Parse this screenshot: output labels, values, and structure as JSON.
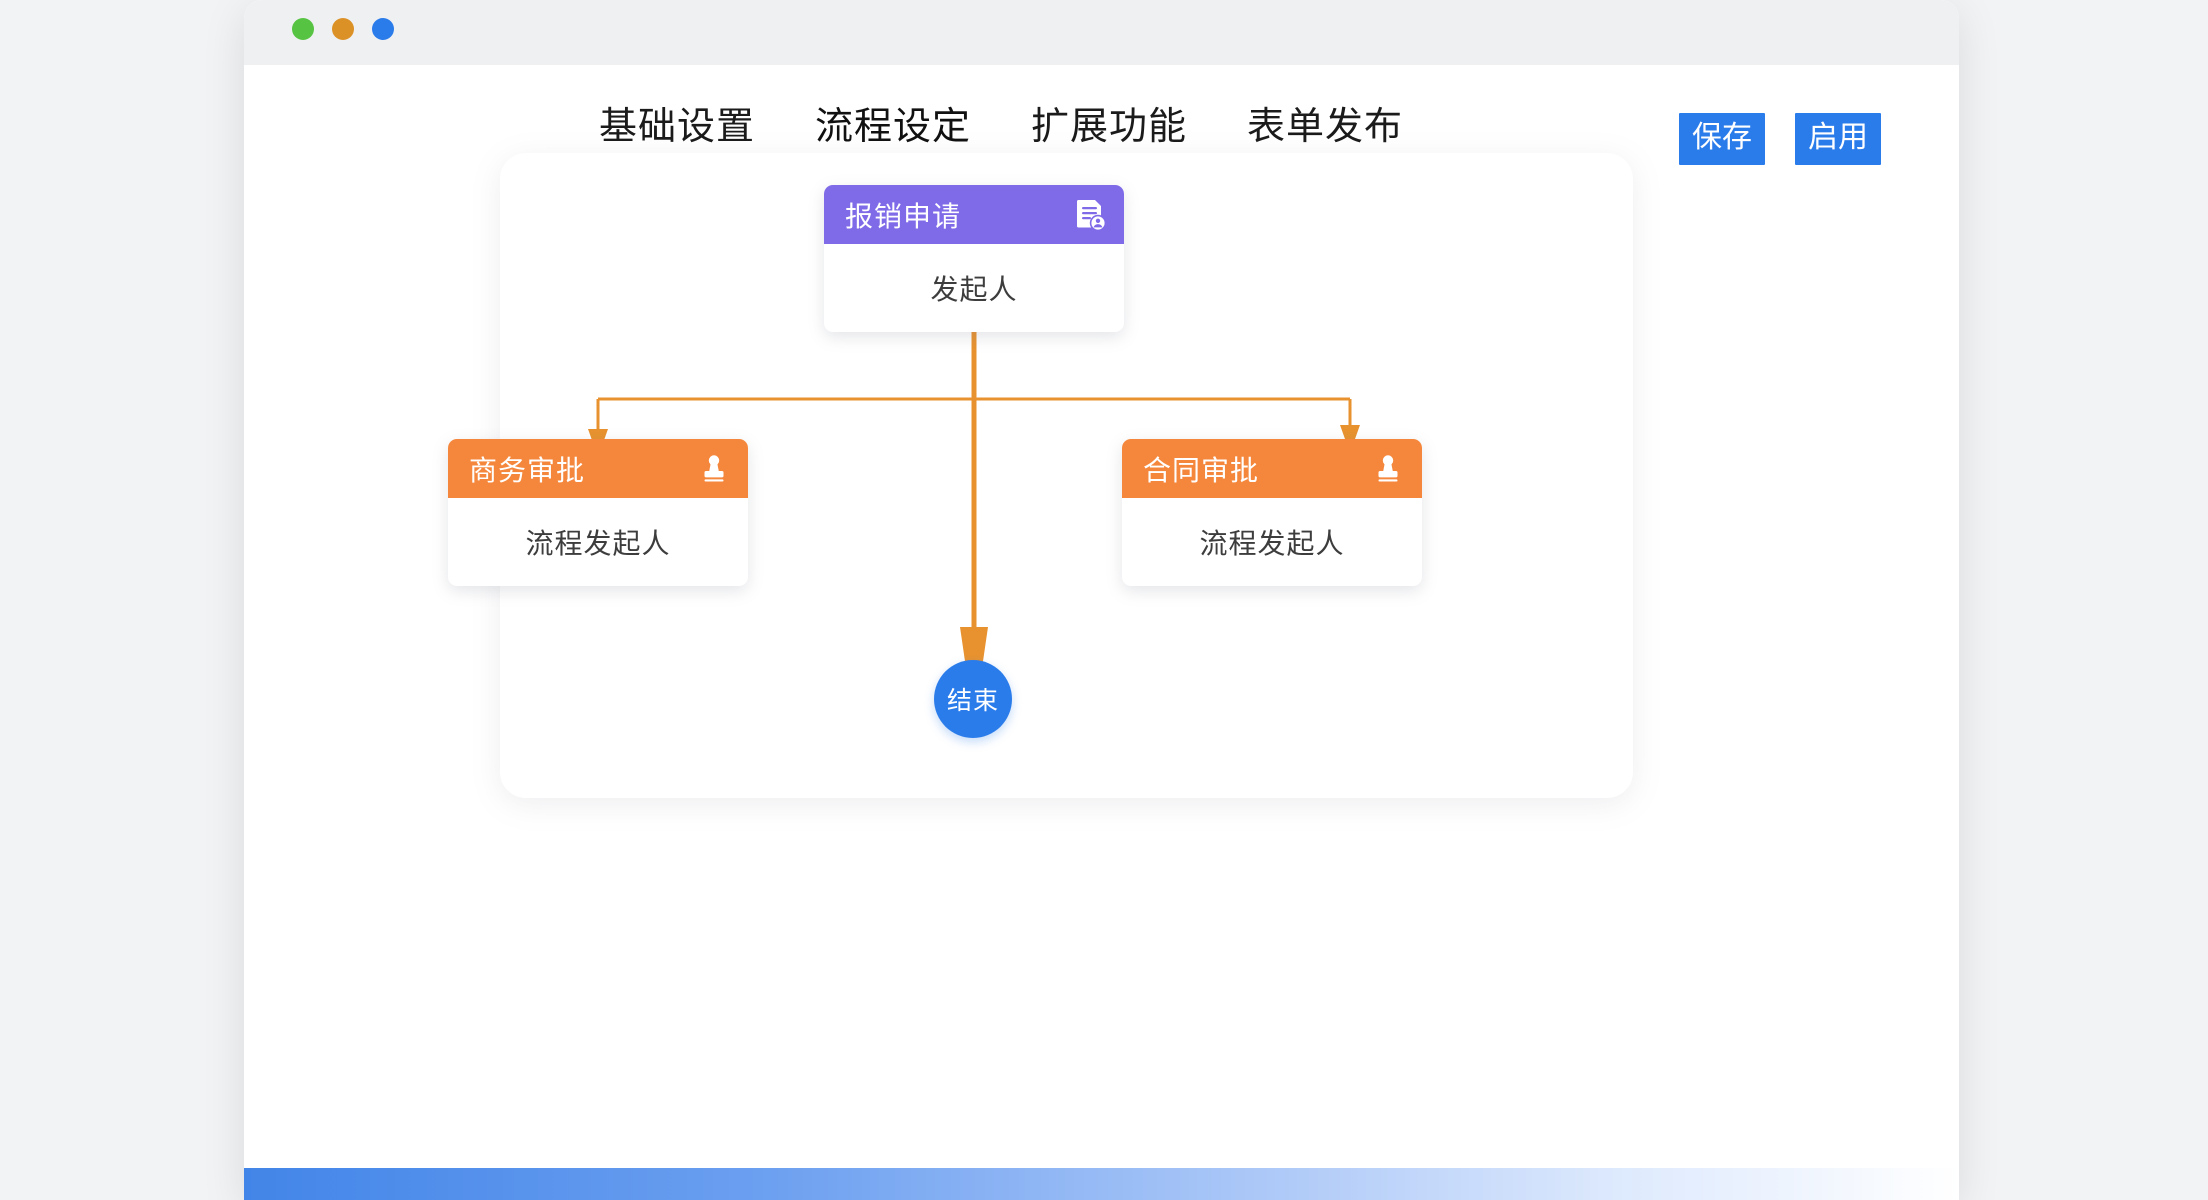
{
  "window": {
    "traffic_lights": [
      {
        "name": "close-dot",
        "color": "#57c342"
      },
      {
        "name": "minimize-dot",
        "color": "#dc9127"
      },
      {
        "name": "maximize-dot",
        "color": "#2b7ceb"
      }
    ]
  },
  "nav": {
    "tabs": [
      {
        "label": "基础设置",
        "active": false
      },
      {
        "label": "流程设定",
        "active": true
      },
      {
        "label": "扩展功能",
        "active": false
      },
      {
        "label": "表单发布",
        "active": false
      }
    ],
    "active_tab": "流程设定",
    "accent_color": "#2b7ceb",
    "buttons": [
      {
        "label": "保存",
        "name": "save-button"
      },
      {
        "label": "启用",
        "name": "enable-button"
      }
    ]
  },
  "flow": {
    "nodes": [
      {
        "id": "start",
        "title": "报销申请",
        "assignee": "发起人",
        "icon": "form-applicant-icon",
        "header_color": "#7f6ae8",
        "type": "start"
      },
      {
        "id": "left",
        "title": "商务审批",
        "assignee": "流程发起人",
        "icon": "stamp-approval-icon",
        "header_color": "#f5873c",
        "type": "approval"
      },
      {
        "id": "right",
        "title": "合同审批",
        "assignee": "流程发起人",
        "icon": "stamp-approval-icon",
        "header_color": "#f5873c",
        "type": "approval"
      }
    ],
    "end_node": {
      "label": "结束",
      "color": "#2b7ceb"
    },
    "edge_color": "#e8922f"
  },
  "bottom_bar": {
    "gradient_from": "#4285e8",
    "gradient_to": "#ffffff"
  }
}
